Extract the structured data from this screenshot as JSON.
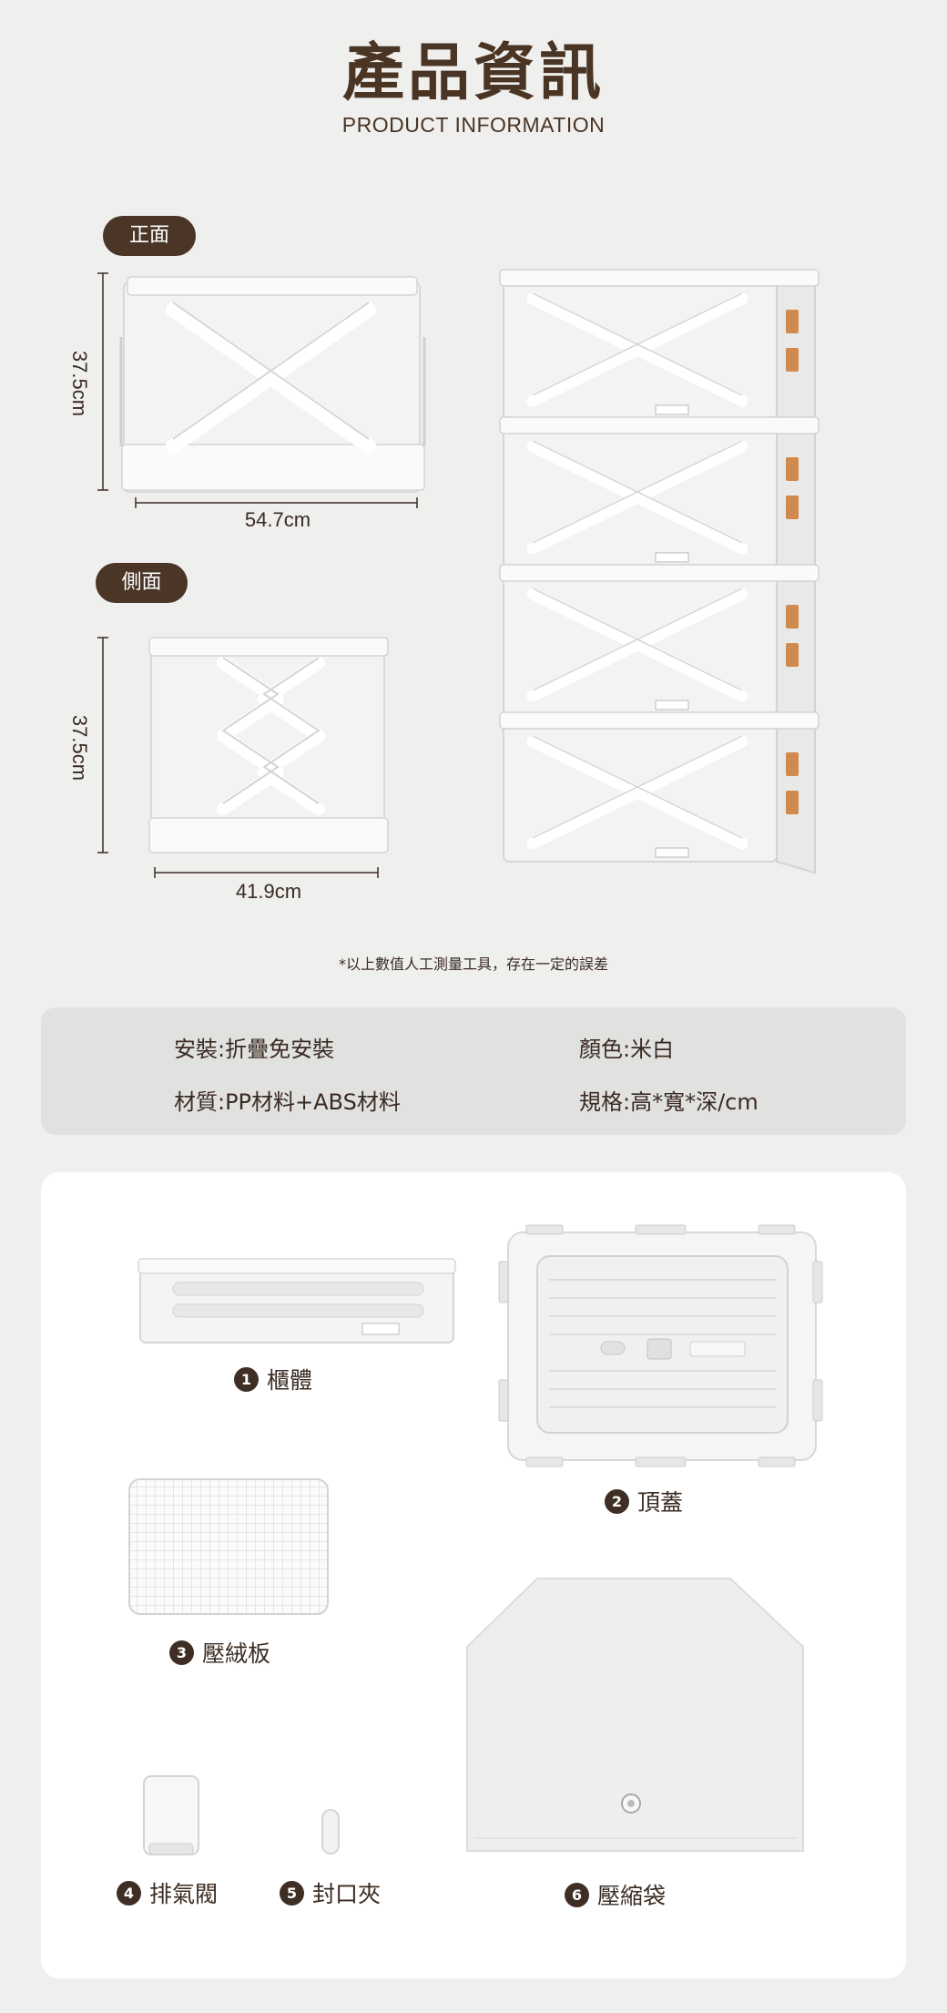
{
  "header": {
    "title": "產品資訊",
    "subtitle": "PRODUCT INFORMATION"
  },
  "views": {
    "front_label": "正面",
    "side_label": "側面",
    "front_height": "37.5cm",
    "front_width": "54.7cm",
    "side_height": "37.5cm",
    "side_width": "41.9cm"
  },
  "note": "*以上數值人工測量工具，存在一定的誤差",
  "specs": {
    "install": "安裝:折疊免安裝",
    "color": "顏色:米白",
    "material": "材質:PP材料+ABS材料",
    "size": "規格:高*寬*深/cm"
  },
  "parts": [
    {
      "num": "1",
      "name": "櫃體"
    },
    {
      "num": "2",
      "name": "頂蓋"
    },
    {
      "num": "3",
      "name": "壓絨板"
    },
    {
      "num": "4",
      "name": "排氣閥"
    },
    {
      "num": "5",
      "name": "封口夾"
    },
    {
      "num": "6",
      "name": "壓縮袋"
    }
  ],
  "colors": {
    "background": "#efefee",
    "accent_brown": "#4a3526",
    "product_white": "#f7f7f6",
    "buckle_orange": "#d08a4e"
  }
}
